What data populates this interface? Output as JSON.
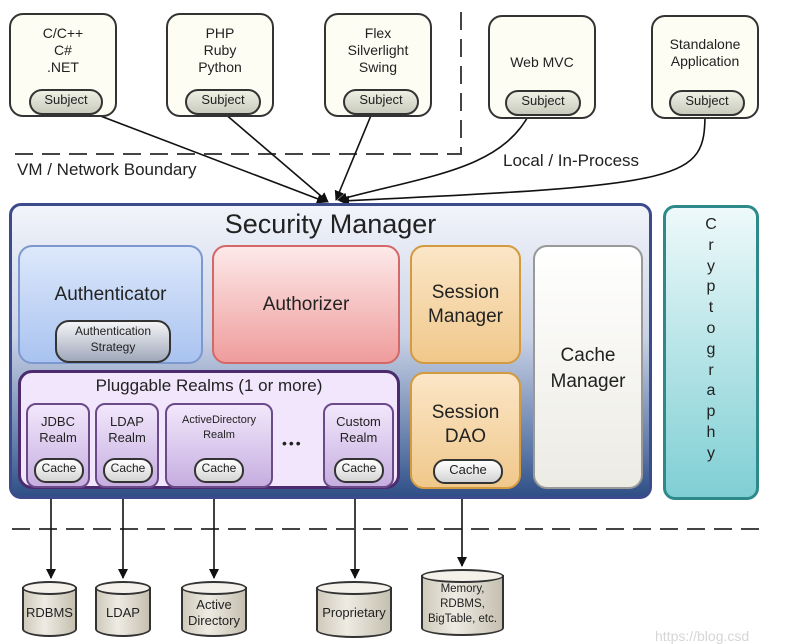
{
  "clients": [
    {
      "name": "cpp-client",
      "label": "C/C++\nC#\n.NET",
      "subject": "Subject"
    },
    {
      "name": "php-client",
      "label": "PHP\nRuby\nPython",
      "subject": "Subject"
    },
    {
      "name": "flex-client",
      "label": "Flex\nSilverlight\nSwing",
      "subject": "Subject"
    },
    {
      "name": "webmvc-client",
      "label": "Web MVC",
      "subject": "Subject"
    },
    {
      "name": "standalone-client",
      "label": "Standalone\nApplication",
      "subject": "Subject"
    }
  ],
  "boundaries": {
    "vm_network": "VM / Network Boundary",
    "local_in_process": "Local / In-Process"
  },
  "security_manager": {
    "title": "Security Manager",
    "authenticator": {
      "title": "Authenticator",
      "strategy": "Authentication\nStrategy"
    },
    "authorizer": {
      "title": "Authorizer"
    },
    "session_manager": {
      "title": "Session\nManager"
    },
    "session_dao": {
      "title": "Session\nDAO",
      "cache": "Cache"
    },
    "cache_manager": {
      "title": "Cache\nManager"
    },
    "realms": {
      "title": "Pluggable Realms (1 or more)",
      "items": [
        {
          "label": "JDBC\nRealm",
          "cache": "Cache"
        },
        {
          "label": "LDAP\nRealm",
          "cache": "Cache"
        },
        {
          "label": "ActiveDirectory\nRealm",
          "cache": "Cache"
        },
        {
          "label": "Custom\nRealm",
          "cache": "Cache"
        }
      ],
      "ellipsis": "•••"
    }
  },
  "cryptography": {
    "letters": "C\nr\ny\np\nt\no\ng\nr\na\np\nh\ny"
  },
  "datastores": [
    {
      "label": "RDBMS"
    },
    {
      "label": "LDAP"
    },
    {
      "label": "Active\nDirectory"
    },
    {
      "label": "Proprietary"
    },
    {
      "label": "Memory,\nRDBMS,\nBigTable, etc."
    }
  ],
  "watermark": "https://blog.csd",
  "colors": {
    "security_manager_border": "#3c4b8c",
    "authenticator": "#a9c3f0",
    "authorizer": "#ef9c9c",
    "session": "#f0c88b",
    "realms": "#c6aee0",
    "cryptography": "#7fcfd4"
  }
}
